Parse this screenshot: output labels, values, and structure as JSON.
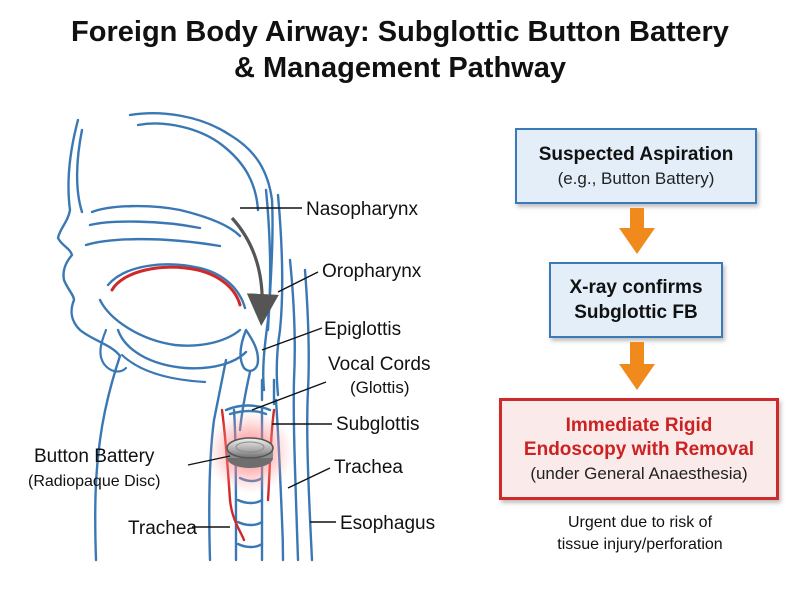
{
  "title": {
    "line1": "Foreign Body Airway: Subglottic Button Battery",
    "line2": "& Management Pathway"
  },
  "anatomy_labels": {
    "nasopharynx": "Nasopharynx",
    "oropharynx": "Oropharynx",
    "epiglottis": "Epiglottis",
    "vocal_cords": "Vocal Cords",
    "glottis": "(Glottis)",
    "subglottis": "Subglottis",
    "trachea_right": "Trachea",
    "esophagus": "Esophagus",
    "button_battery": "Button Battery",
    "radiopaque": "(Radiopaque Disc)",
    "trachea_left": "Trachea"
  },
  "pathway": {
    "step1": {
      "title": "Suspected Aspiration",
      "detail": "(e.g., Button Battery)"
    },
    "step2": {
      "line1": "X-ray confirms",
      "line2": "Subglottic FB"
    },
    "step3": {
      "line1": "Immediate Rigid",
      "line2": "Endoscopy with Removal",
      "detail": "(under General Anaesthesia)"
    },
    "note": {
      "line1": "Urgent due to risk of",
      "line2": "tissue injury/perforation"
    }
  },
  "colors": {
    "outline": "#3a78b5",
    "red": "#cf2a2a",
    "arrow_orange": "#f08a1c",
    "box_fill": "#e3eef8"
  }
}
